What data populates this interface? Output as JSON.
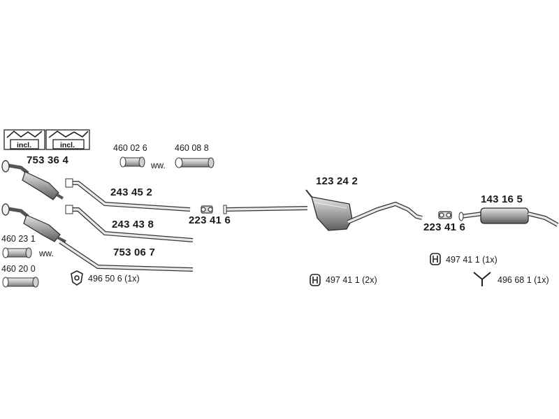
{
  "kit_box": {
    "label": "incl."
  },
  "labels": {
    "kit_part": "753 36 4",
    "clamp_a": "460 02 6",
    "ww_top": "ww.",
    "clamp_b": "460 08 8",
    "front_pipe_a": "243 45 2",
    "front_pipe_b": "243 43 8",
    "cat_part": "753 06 7",
    "clamp_c": "460 23 1",
    "ww_left": "ww.",
    "clamp_d": "460 20 0",
    "mount_front": "496 50 6 (1x)",
    "clamp_mid_left": "223 41 6",
    "middle_silencer": "123 24 2",
    "mount_mid": "497 41 1 (2x)",
    "clamp_mid_right": "223 41 6",
    "rear_silencer": "143 16 5",
    "mount_rear": "497 41 1 (1x)",
    "hanger_rear": "496 68 1 (1x)"
  },
  "colors": {
    "line": "#2b2b2b",
    "fill_dark": "#6e6e6e",
    "fill_mid": "#a8a8a8",
    "fill_light": "#dcdcdc"
  }
}
